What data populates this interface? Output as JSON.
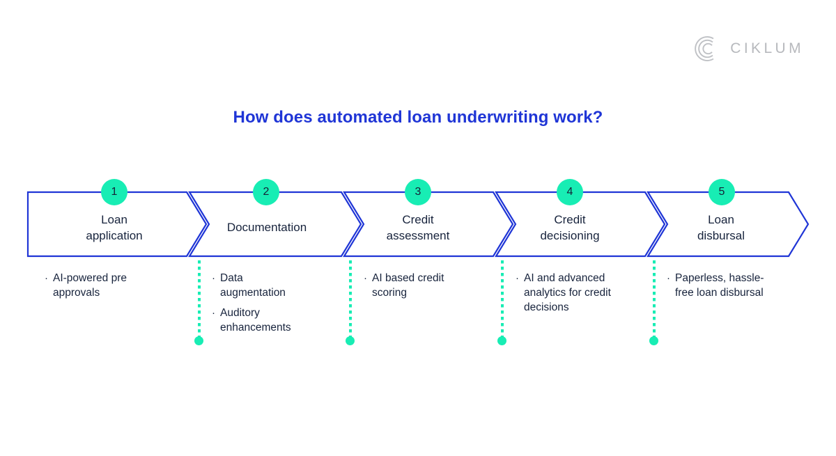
{
  "brand": {
    "logo_name": "ciklum-logo",
    "logo_text": "CIKLUM",
    "logo_color": "#b7b9bd"
  },
  "title": "How does automated loan underwriting work?",
  "colors": {
    "accent_blue": "#1f35d6",
    "accent_green": "#18EDB4",
    "text_dark": "#17233c"
  },
  "steps": [
    {
      "number": "1",
      "label": "Loan\napplication",
      "bullets": [
        "AI-powered pre\napprovals"
      ]
    },
    {
      "number": "2",
      "label": "Documentation",
      "bullets": [
        "Data\naugmentation",
        "Auditory\nenhancements"
      ]
    },
    {
      "number": "3",
      "label": "Credit\nassessment",
      "bullets": [
        "AI based credit\nscoring"
      ]
    },
    {
      "number": "4",
      "label": "Credit\ndecisioning",
      "bullets": [
        "AI and advanced\nanalytics for credit\ndecisions"
      ]
    },
    {
      "number": "5",
      "label": "Loan\ndisbursal",
      "bullets": [
        "Paperless, hassle-\nfree loan disbursal"
      ]
    }
  ],
  "bullet_marker": "·"
}
